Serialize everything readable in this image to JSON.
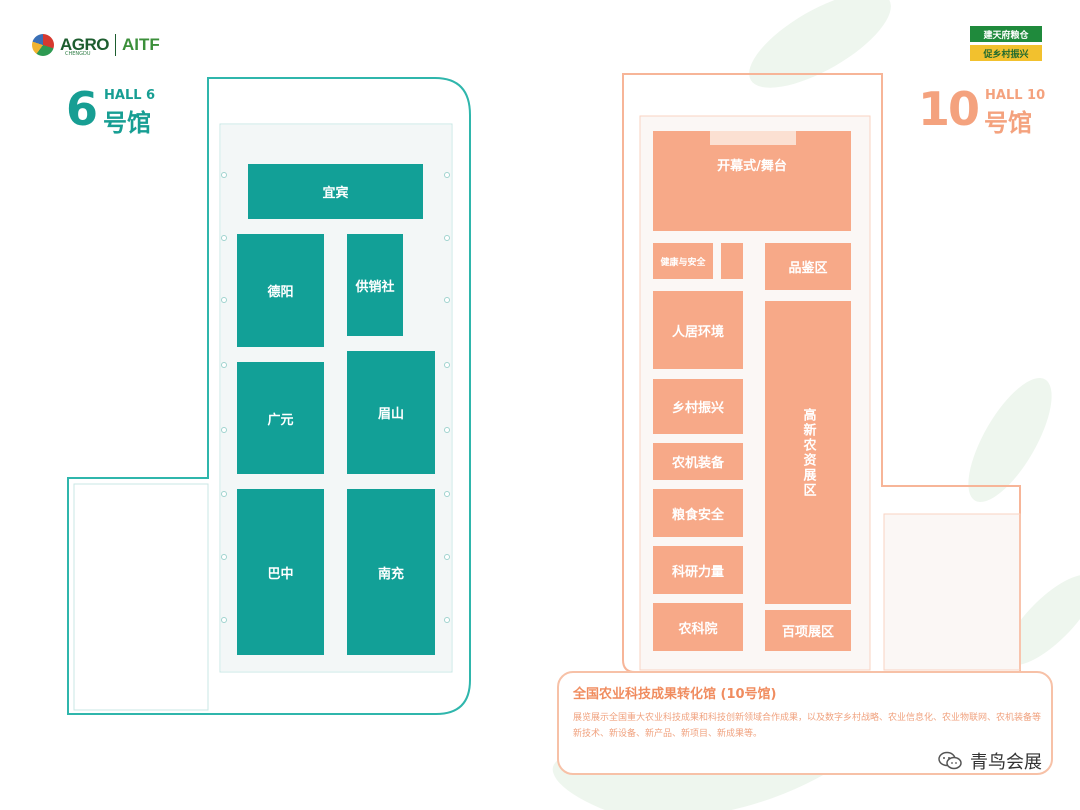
{
  "header": {
    "logo_agro": "AGRO",
    "logo_agro_sub": "CHENGDU",
    "logo_aitf": "AITF",
    "badge_green": "建天府粮仓",
    "badge_yellow": "促乡村振兴"
  },
  "hall6": {
    "number": "6",
    "english": "HALL 6",
    "chinese": "号馆",
    "booths": {
      "yibin": "宜宾",
      "deyang": "德阳",
      "gongxiaoshe": "供销社",
      "guangyuan": "广元",
      "meishan": "眉山",
      "bazhong": "巴中",
      "nanchong": "南充"
    }
  },
  "hall10": {
    "number": "10",
    "english": "HALL 10",
    "chinese": "号馆",
    "booths": {
      "stage": "开幕式/舞台",
      "health_safety": "健康与安全",
      "tasting": "品鉴区",
      "living_env": "人居环境",
      "rural_revival": "乡村振兴",
      "agri_equipment": "农机装备",
      "food_security": "粮食安全",
      "research": "科研力量",
      "hightech": "高新农资展区",
      "academy": "农科院",
      "hundred_projects": "百项展区"
    },
    "info": {
      "title": "全国农业科技成果转化馆 (10号馆)",
      "description": "展览展示全国重大农业科技成果和科技创新领域合作成果，以及数字乡村战略、农业信息化、农业物联网、农机装备等新技术、新设备、新产品、新项目、新成果等。"
    }
  },
  "watermark": {
    "text": "青鸟会展"
  },
  "colors": {
    "hall6": "#12a097",
    "hall10": "#f7a988",
    "hall6_outline": "#2fb6ac",
    "hall10_outline": "#f7b598"
  }
}
